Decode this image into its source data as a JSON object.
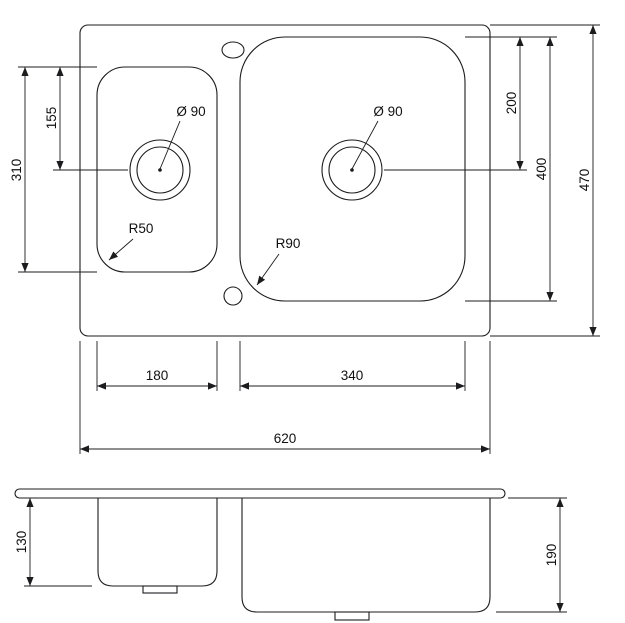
{
  "top_view": {
    "dimensions": {
      "drain_left_diameter": "Ø 90",
      "drain_right_diameter": "Ø 90",
      "bowl_left_drain_offset": "155",
      "bowl_left_height": "310",
      "bowl_left_width": "180",
      "bowl_left_corner_radius": "R50",
      "bowl_right_drain_offset": "200",
      "bowl_right_height": "400",
      "bowl_right_width": "340",
      "bowl_right_corner_radius": "R90",
      "overall_width": "620",
      "overall_height": "470"
    }
  },
  "side_view": {
    "dimensions": {
      "bowl_left_depth": "130",
      "bowl_right_depth": "190"
    }
  }
}
